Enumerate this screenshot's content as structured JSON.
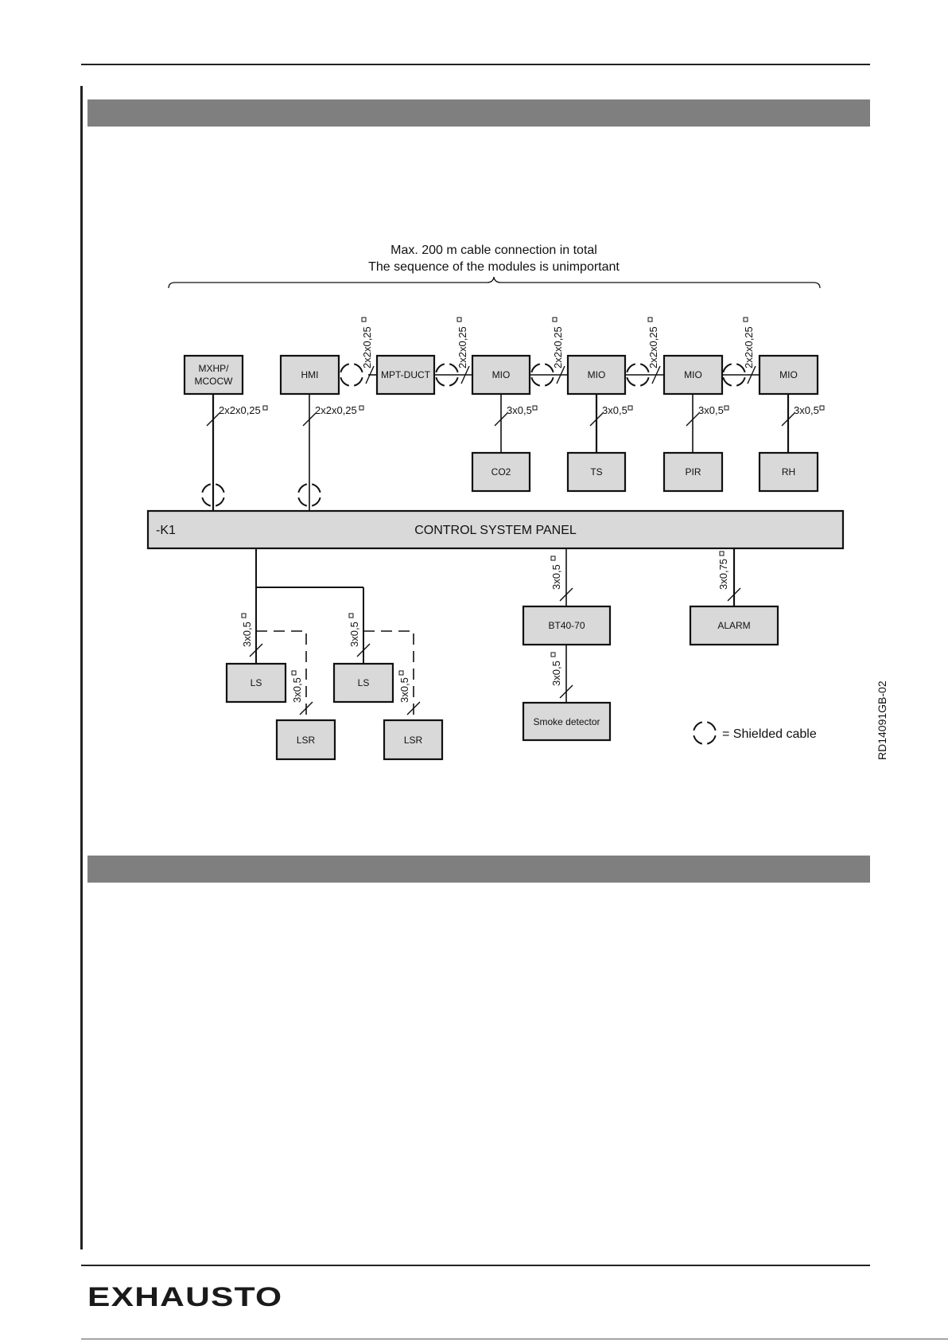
{
  "page": {
    "section_band_1": "",
    "section_band_2": "",
    "side_code": "RD14091GB-02",
    "logo_text": "EXHAUSTO"
  },
  "diagram": {
    "header_line_1": "Max. 200 m cable connection in total",
    "header_line_2": "The sequence of the modules is unimportant",
    "modules": [
      {
        "id": "mxhp",
        "label_1": "MXHP/",
        "label_2": "MCOCW"
      },
      {
        "id": "hmi",
        "label": "HMI"
      },
      {
        "id": "mpt",
        "label": "MPT-DUCT"
      },
      {
        "id": "mio1",
        "label": "MIO"
      },
      {
        "id": "mio2",
        "label": "MIO"
      },
      {
        "id": "mio3",
        "label": "MIO"
      },
      {
        "id": "mio4",
        "label": "MIO"
      }
    ],
    "sensors": [
      {
        "id": "co2",
        "label": "CO2"
      },
      {
        "id": "ts",
        "label": "TS"
      },
      {
        "id": "pir",
        "label": "PIR"
      },
      {
        "id": "rh",
        "label": "RH"
      }
    ],
    "panel": {
      "code": "-K1",
      "title": "CONTROL SYSTEM PANEL"
    },
    "outputs": [
      {
        "id": "ls1",
        "label": "LS"
      },
      {
        "id": "ls2",
        "label": "LS"
      },
      {
        "id": "lsr1",
        "label": "LSR"
      },
      {
        "id": "lsr2",
        "label": "LSR"
      },
      {
        "id": "bt40",
        "label": "BT40-70"
      },
      {
        "id": "smoke",
        "label": "Smoke detector"
      },
      {
        "id": "alarm",
        "label": "ALARM"
      }
    ],
    "cables": {
      "bus": "2x2x0,25",
      "sensor": "3x0,5",
      "alarm": "3x0,75"
    },
    "legend": "= Shielded cable"
  }
}
